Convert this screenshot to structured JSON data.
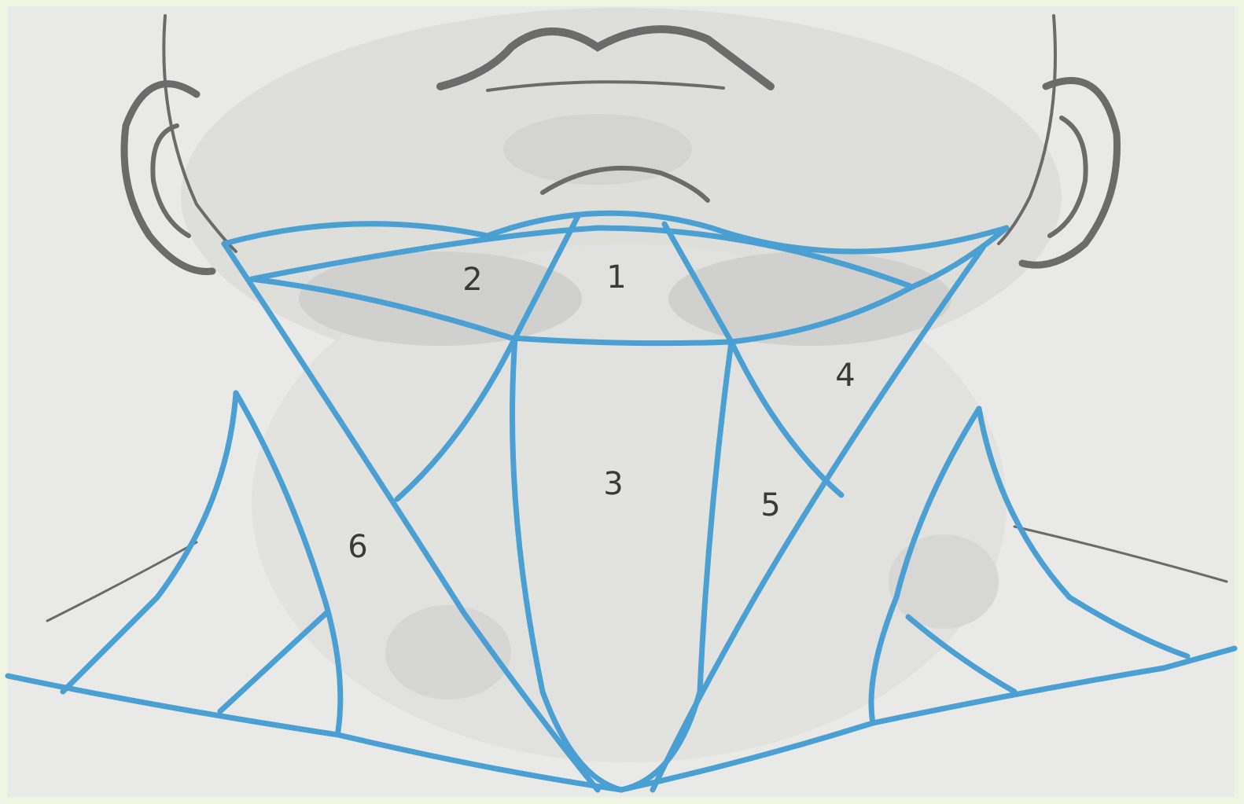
{
  "figure": {
    "colors": {
      "border": "#eef3e2",
      "paper": "#e9e9e7",
      "shading": "#b9b9b6",
      "outline": "#6b6b6b",
      "lines": "#4a9fd3",
      "label_text": "#3a3a3a"
    },
    "regions": [
      {
        "label": "1"
      },
      {
        "label": "2"
      },
      {
        "label": "3"
      },
      {
        "label": "4"
      },
      {
        "label": "5"
      },
      {
        "label": "6"
      }
    ]
  }
}
